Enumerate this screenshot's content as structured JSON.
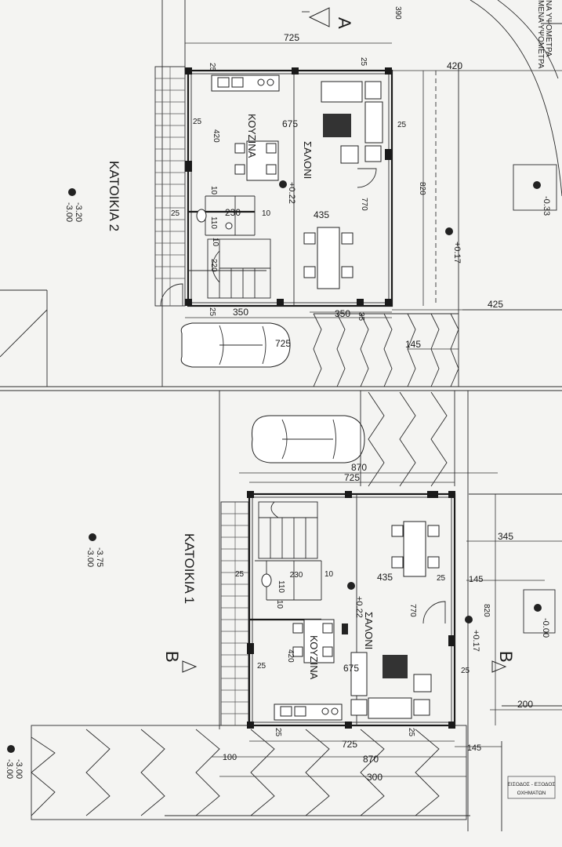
{
  "houses": {
    "house2": "ΚΑΤΟΙΚΙΑ 2",
    "house1": "ΚΑΤΟΙΚΙΑ 1"
  },
  "rooms": {
    "kitchen": "ΚΟΥΖΙΝΑ",
    "living": "ΣΑΛΟΝΙ"
  },
  "section_marks": {
    "a": "A",
    "b_left": "B",
    "b_right": "B"
  },
  "edge_notes": {
    "line1": "ΝΑ ΥΨΟΜΕΤΡΑ",
    "line2": "ΜΕΝΑ ΥΨΟΜΕΤΡΑ"
  },
  "entrance": {
    "line1": "ΕΙΣΟΔΟΣ - ΕΞΟΔΟΣ",
    "line2": "ΟΧΗΜΑΤΩΝ"
  },
  "levels": {
    "h2_inner": "+0.22",
    "h2_outer": "+0.17",
    "h2_gate": "-0.33",
    "h2_site_a": "-3.20",
    "h2_site_b": "-3.00",
    "h1_inner": "+0.22",
    "h1_outer": "+0.17",
    "h1_gate": "-0.00",
    "h1_site_a": "-3.75",
    "h1_site_b": "-3.00",
    "corner_a": "-3.00",
    "corner_b": "-3.00"
  },
  "dimensions": {
    "top_390": "390",
    "h2_top": "725",
    "h2_right_420": "420",
    "h2_25a": "25",
    "h2_25b": "25",
    "h2_25c": "25",
    "h2_25d": "25",
    "h2_675": "675",
    "h2_420v": "420",
    "h2_820": "820",
    "h2_770": "770",
    "h2_10a": "10",
    "h2_25e": "25",
    "h2_110": "110",
    "h2_230": "230",
    "h2_10b": "10",
    "h2_435": "435",
    "h2_10c": "10",
    "h2_220": "220",
    "h2_25f": "25",
    "h2_350a": "350",
    "h2_350b": "350",
    "h2_35": "35",
    "h2_bottom": "725",
    "h2_425": "425",
    "h2_145": "145",
    "mid_870": "870",
    "h1_top": "725",
    "h1_345": "345",
    "h1_25a": "25",
    "h1_230": "230",
    "h1_10a": "10",
    "h1_435": "435",
    "h1_25b": "25",
    "h1_145a": "145",
    "h1_110": "110",
    "h1_10b": "10",
    "h1_770": "770",
    "h1_820": "820",
    "h1_420v": "420",
    "h1_25c": "25",
    "h1_675": "675",
    "h1_25d": "25",
    "h1_200": "200",
    "h1_25e": "25",
    "h1_25f": "25",
    "h1_725b": "725",
    "h1_145b": "145",
    "h1_100": "100",
    "h1_870": "870",
    "h1_300": "300"
  }
}
